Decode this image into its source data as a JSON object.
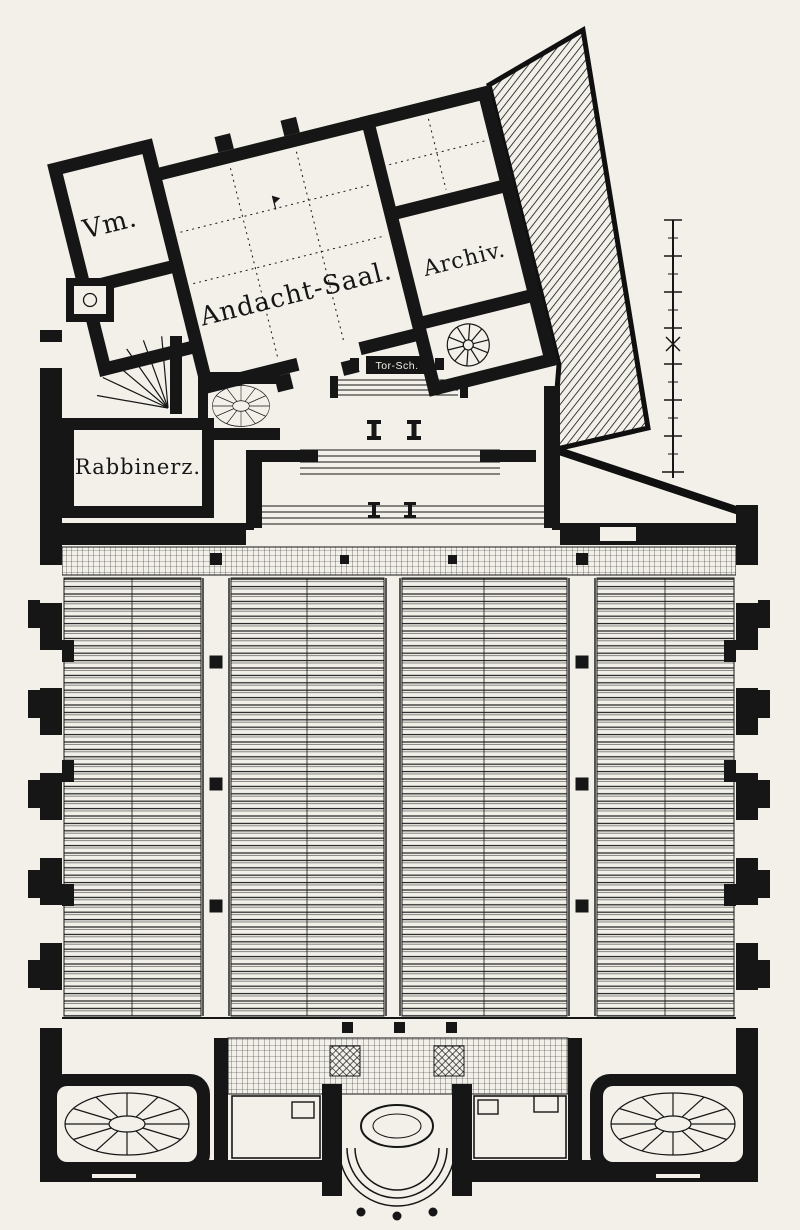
{
  "plan": {
    "labels": {
      "vm": "Vm.",
      "andacht_saal": "Andacht-Saal.",
      "archiv": "Archiv.",
      "rabbinerz": "Rabbinerz.",
      "tor_schrein": "Tor-Sch."
    }
  },
  "colors": {
    "paper": "#f2f0e9",
    "ink": "#161616"
  }
}
